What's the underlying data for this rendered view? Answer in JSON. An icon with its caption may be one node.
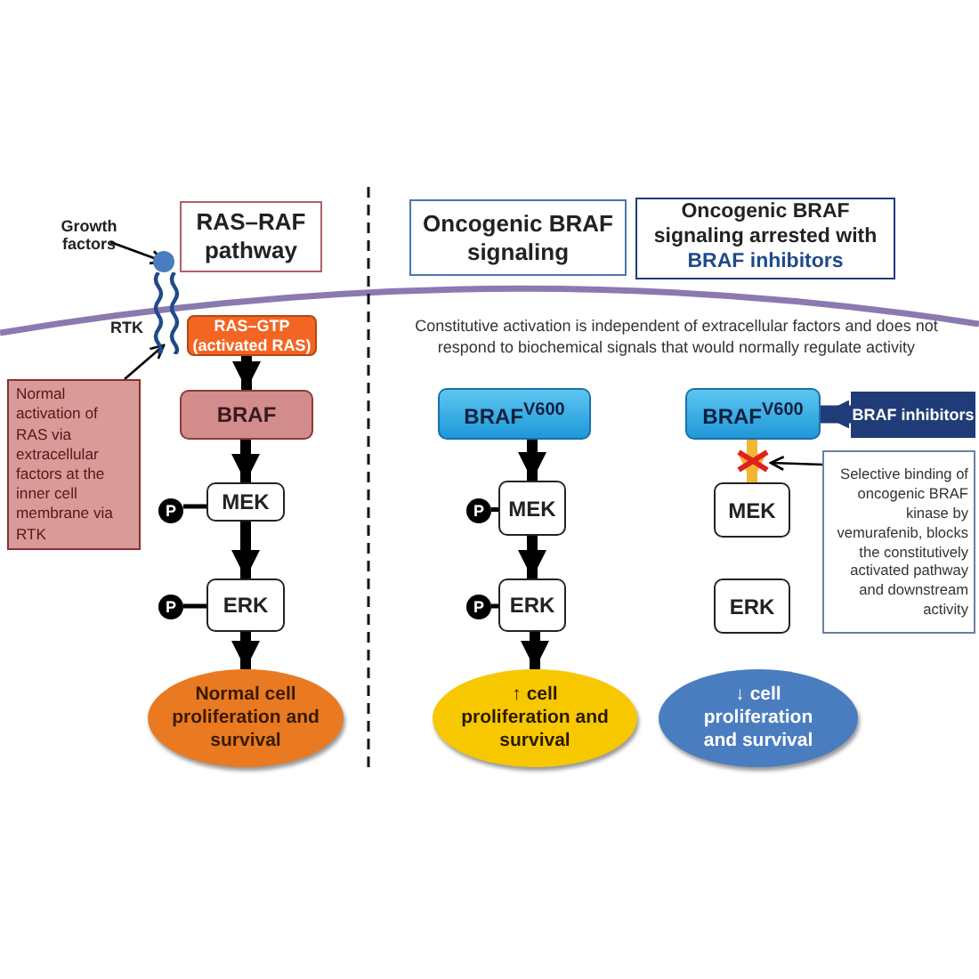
{
  "diagram": {
    "nodes": [
      {
        "text": [
          "Growth factors"
        ]
      },
      {
        "text": [
          "RAS–RAF pathway"
        ]
      },
      {
        "text": [
          "Oncogenic BRAF signaling"
        ]
      },
      {
        "text": [
          "Oncogenic BRAF signaling arrested with",
          "BRAF inhibitors"
        ]
      },
      {
        "text": [],
        "shape": "circle"
      },
      {
        "text": [],
        "shape": "receptor",
        "beside": [
          "RTK"
        ]
      },
      {
        "text": [
          "RAS–GTP (activated RAS)"
        ]
      },
      {
        "text": [
          "Normal activation of RAS via extracellular factors at the inner cell membrane via RTK"
        ]
      },
      {
        "text": [
          "BRAF"
        ]
      },
      {
        "text": [
          "BRAF$^{V600}$"
        ]
      },
      {
        "text": [
          "BRAF$^{V600}$"
        ]
      },
      {
        "text": [
          "BRAF inhibitors"
        ]
      },
      {
        "text": [
          "Selective binding of oncogenic BRAF kinase by vemurafenib, blocks the constitutively activated pathway and downstream activity"
        ]
      },
      {
        "text": [],
        "shape": "cross"
      },
      {
        "text": [
          "P"
        ]
      },
      {
        "text": [
          "MEK"
        ]
      },
      {
        "text": [
          "P"
        ]
      },
      {
        "text": [
          "MEK"
        ]
      },
      {
        "text": [
          "MEK"
        ]
      },
      {
        "text": [
          "P"
        ]
      },
      {
        "text": [
          "ERK"
        ]
      },
      {
        "text": [
          "P"
        ]
      },
      {
        "text": [
          "ERK"
        ]
      },
      {
        "text": [
          "ERK"
        ]
      },
      {
        "text": [
          "Normal cell proliferation and survival"
        ]
      },
      {
        "text": [
          "↑ cell proliferation and survival"
        ]
      },
      {
        "text": [
          "↓ cell proliferation and survival"
        ]
      }
    ],
    "edges": [
      {
        "from": 0,
        "to": 4,
        "arrow": "to"
      },
      {
        "from": 7,
        "to": 5,
        "arrow": "to"
      },
      {
        "from": 6,
        "to": 8,
        "arrow": "to"
      },
      {
        "from": 8,
        "to": 15,
        "arrow": "to"
      },
      {
        "from": 15,
        "to": 20,
        "arrow": "to"
      },
      {
        "from": 20,
        "to": 24,
        "arrow": "to"
      },
      {
        "from": 9,
        "to": 17,
        "arrow": "to"
      },
      {
        "from": 17,
        "to": 22,
        "arrow": "to"
      },
      {
        "from": 22,
        "to": 25,
        "arrow": "to"
      },
      {
        "from": 14,
        "to": 15,
        "arrow": "none"
      },
      {
        "from": 19,
        "to": 20,
        "arrow": "none"
      },
      {
        "from": 16,
        "to": 17,
        "arrow": "none"
      },
      {
        "from": 21,
        "to": 22,
        "arrow": "none"
      },
      {
        "from": 11,
        "to": 10,
        "arrow": "to",
        "color": "#1f3c78"
      },
      {
        "from": 10,
        "to": 18,
        "arrow": "to",
        "color": "#f2b632"
      },
      {
        "from": 12,
        "to": 13,
        "arrow": "to"
      }
    ],
    "labels": [
      "Constitutive activation is independent of extracellular factors and does not respond to biochemical signals that would normally regulate activity"
    ]
  }
}
